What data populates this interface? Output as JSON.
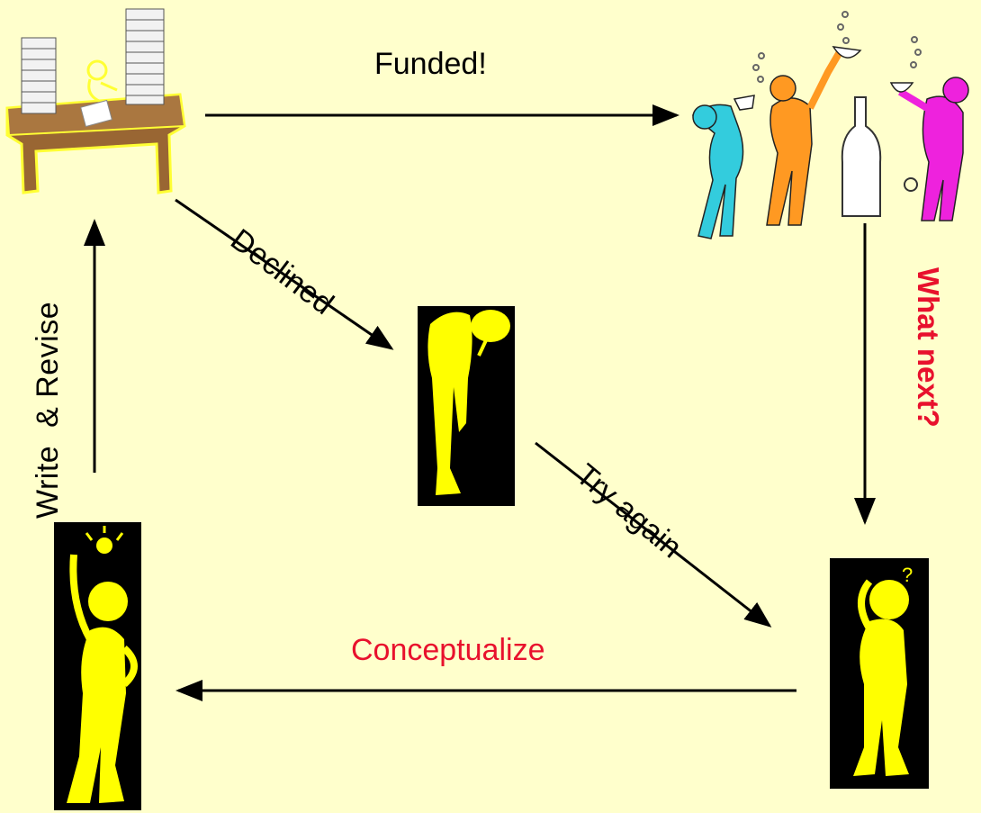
{
  "labels": {
    "funded": "Funded!",
    "declined": "Declined",
    "try_again": "Try again",
    "conceptualize": "Conceptualize",
    "write_revise": "Write  & Revise",
    "what_next": "What next?"
  },
  "colors": {
    "background": "#ffffcc",
    "accent_red": "#e8112d",
    "figure_yellow": "#ffff00",
    "panel_black": "#000000"
  },
  "nodes": [
    {
      "id": "writing-desk",
      "icon": "desk-with-paper-stacks-icon"
    },
    {
      "id": "celebration",
      "icon": "celebrating-people-icon"
    },
    {
      "id": "dejected",
      "icon": "dejected-figure-icon"
    },
    {
      "id": "puzzled",
      "icon": "puzzled-figure-icon"
    },
    {
      "id": "idea",
      "icon": "lightbulb-idea-figure-icon"
    }
  ]
}
